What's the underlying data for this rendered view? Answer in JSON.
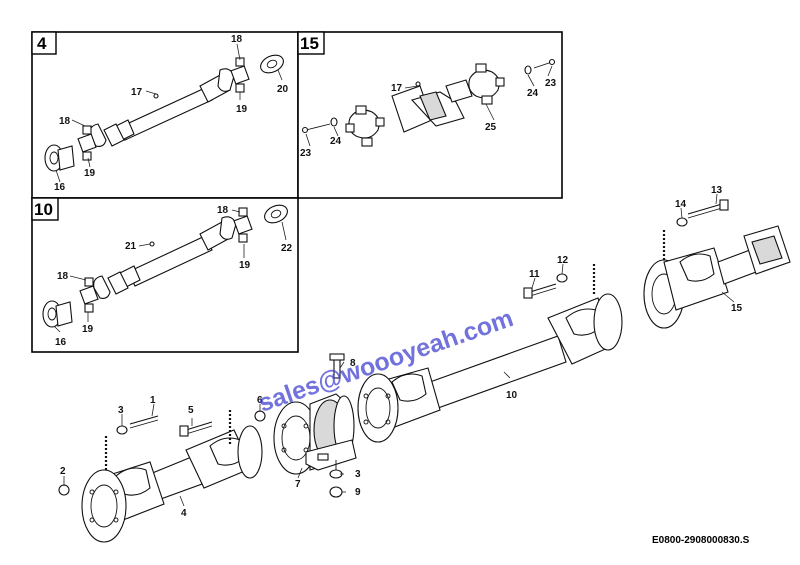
{
  "insets": [
    {
      "number": "4",
      "labels": [
        "18",
        "17",
        "20",
        "19",
        "18",
        "16",
        "19"
      ]
    },
    {
      "number": "15",
      "labels": [
        "17",
        "23",
        "24",
        "25",
        "23",
        "24"
      ]
    },
    {
      "number": "10",
      "labels": [
        "18",
        "21",
        "22",
        "19",
        "18",
        "16",
        "19"
      ]
    }
  ],
  "main_labels": [
    "13",
    "14",
    "11",
    "12",
    "15",
    "8",
    "10",
    "1",
    "3",
    "5",
    "6",
    "2",
    "4",
    "7",
    "3",
    "9"
  ],
  "watermark": "sales@woooyeah.com",
  "drawing_code": "E0800-2908000830.S",
  "colors": {
    "line": "#111111",
    "watermark": "#3c3cd0",
    "shade": "#d9d9d9"
  }
}
